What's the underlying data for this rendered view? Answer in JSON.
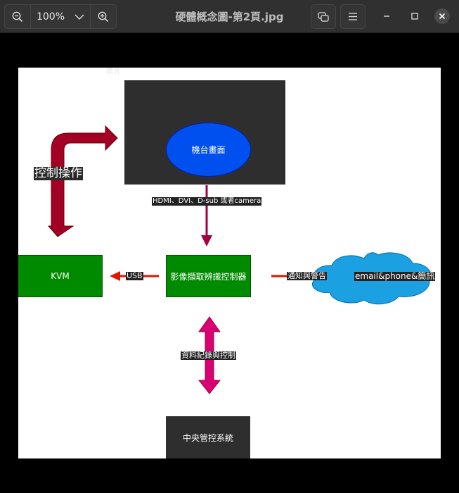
{
  "window": {
    "title": "硬體概念圖-第2頁.jpg",
    "zoom_level": "100%"
  },
  "diagram": {
    "machine_caption": "機台",
    "machine_screen": "機台畫面",
    "control_label": "控制操作",
    "hdmi_label": "HDMI、DVI、D-sub 或者camera",
    "kvm": "KVM",
    "usb_label": "USB",
    "controller": "影像擷取辨識控制器",
    "notify_label": "通知與警告",
    "cloud": "email&phone&簡訊",
    "records_label": "資料紀錄與控制",
    "central": "中央管控系統"
  },
  "colors": {
    "titlebar": "#303030",
    "monitor": "#2e2e2e",
    "screen_ellipse": "#0050ef",
    "control_arrow": "#a20025",
    "hdmi_arrow": "#a50040",
    "green_box": "#008a00",
    "red_arrow": "#e51400",
    "cloud": "#1ba1e2",
    "magenta_arrow": "#d80073"
  }
}
